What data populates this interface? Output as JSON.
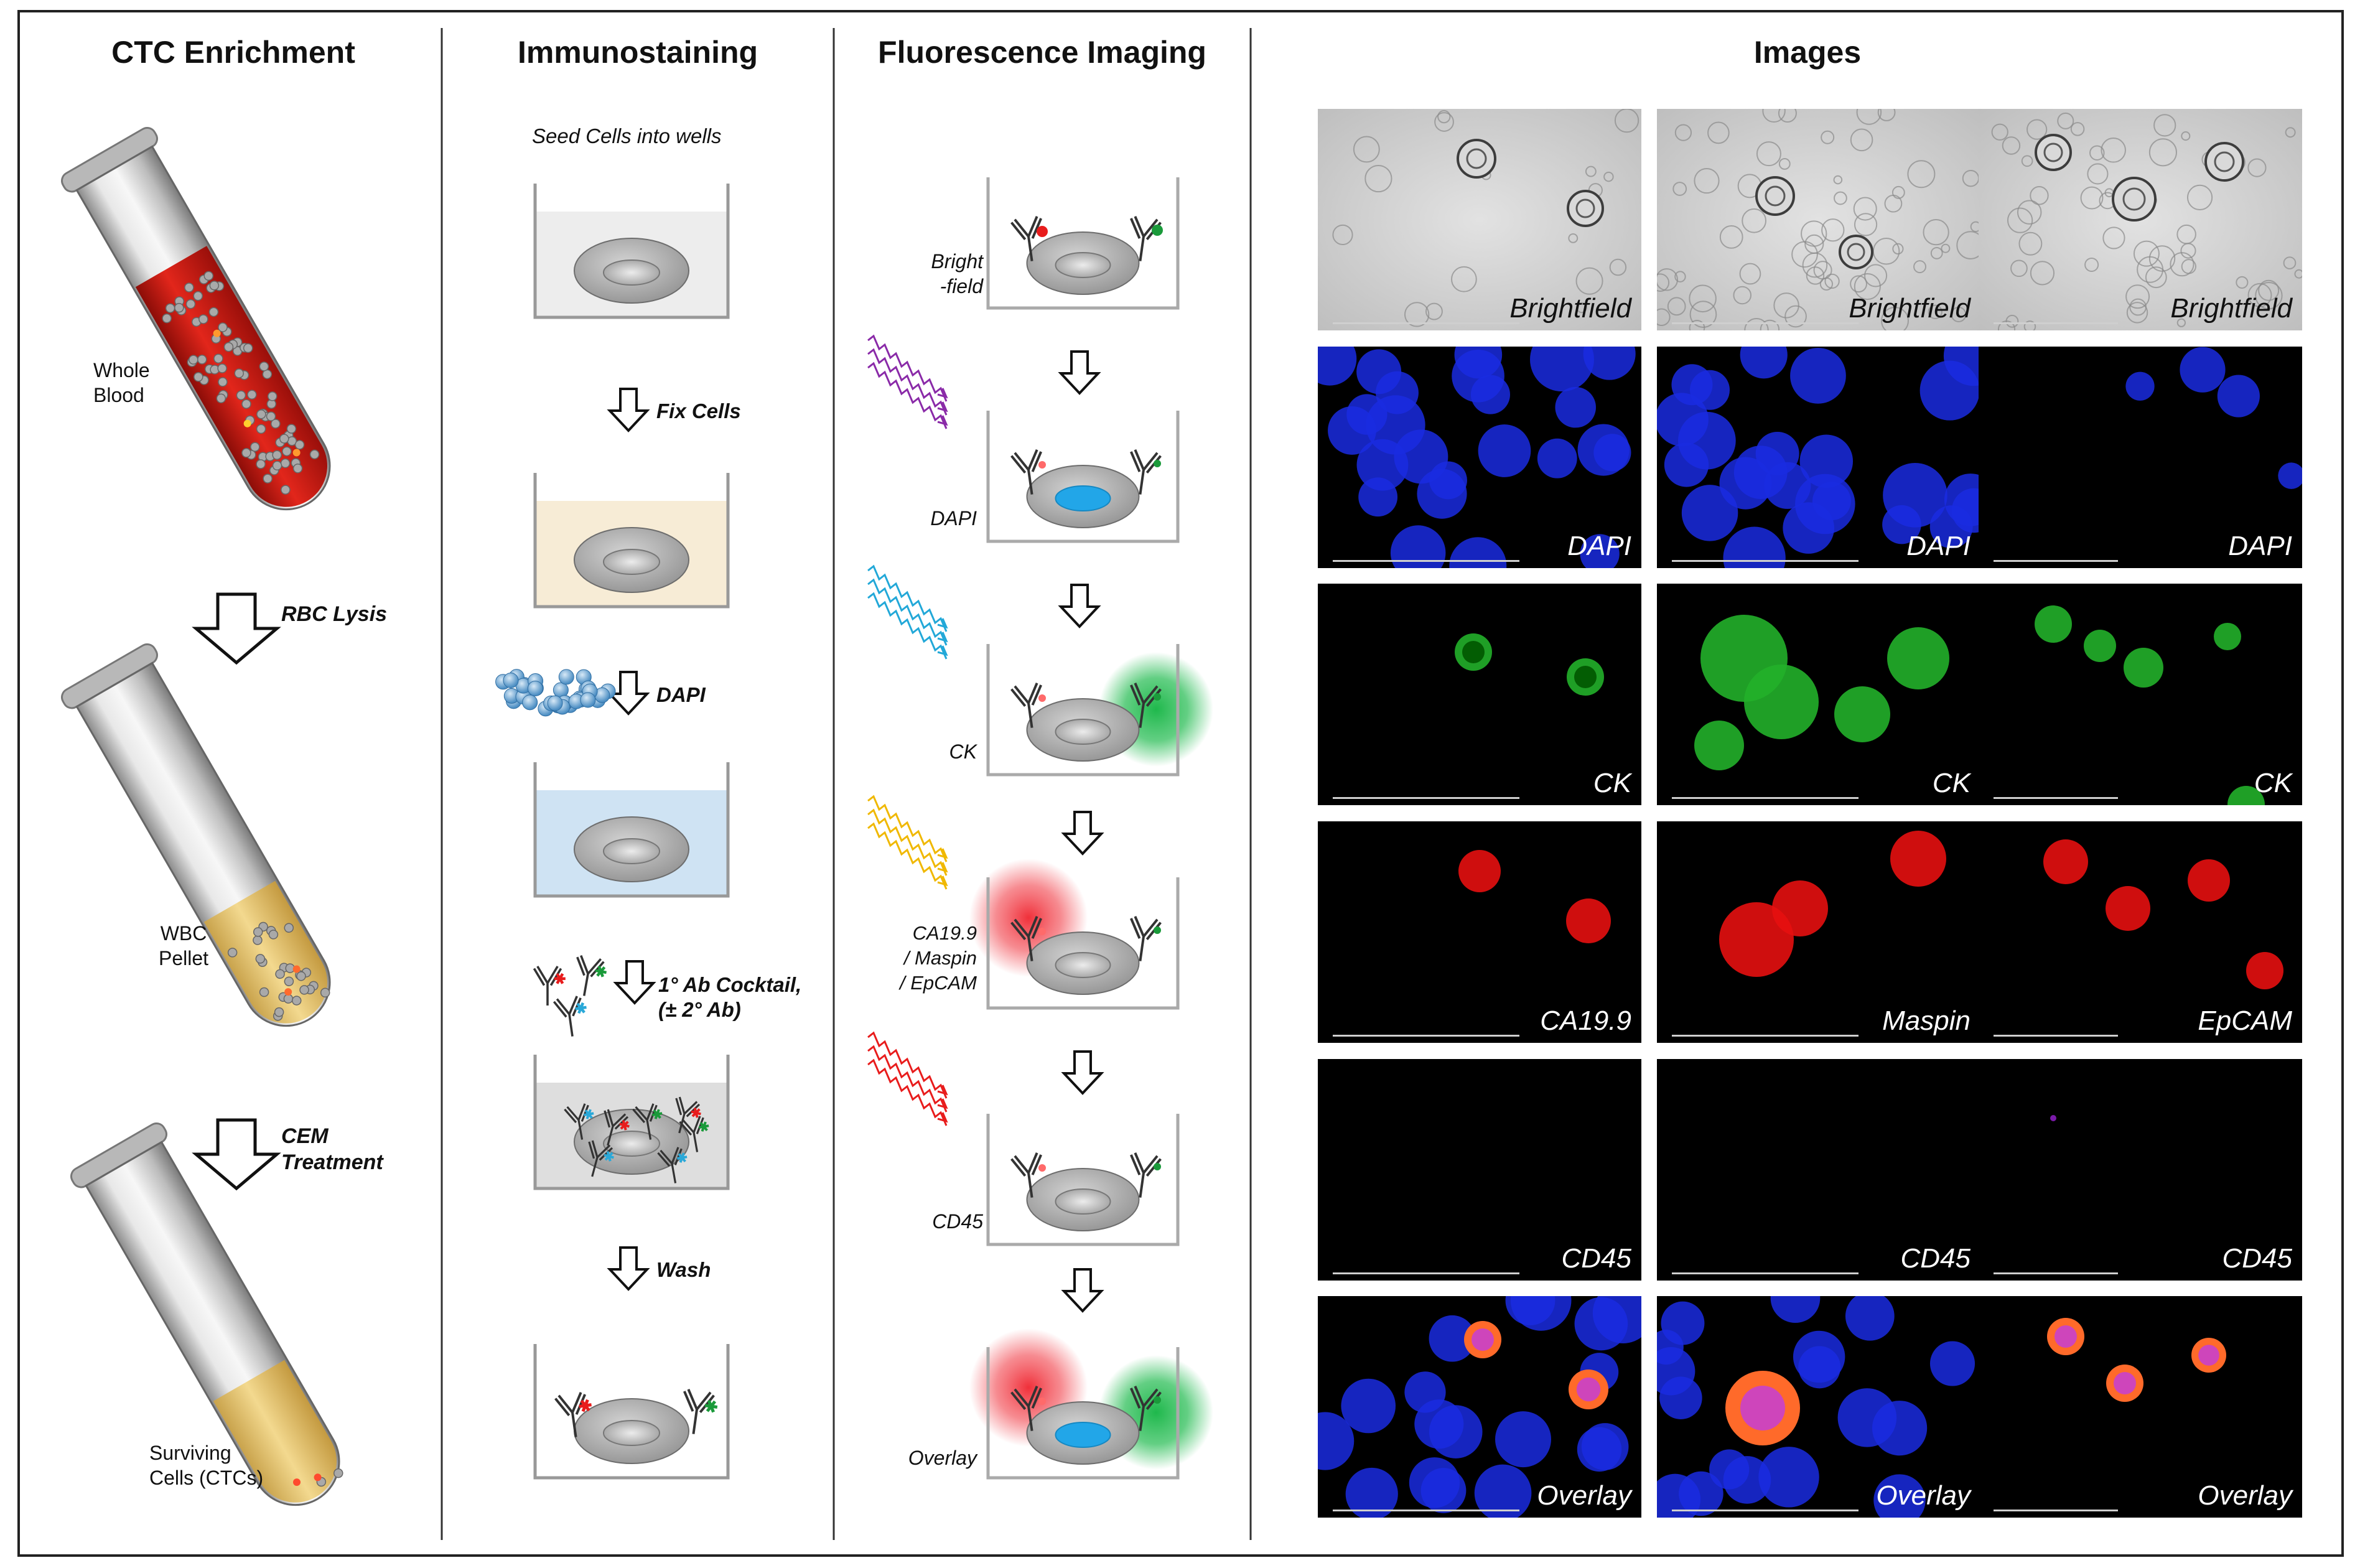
{
  "columns": {
    "enrichment": "CTC Enrichment",
    "immunostaining": "Immunostaining",
    "imaging": "Fluorescence Imaging",
    "images": "Images"
  },
  "enrichment": {
    "tube1_label": [
      "Whole",
      "Blood"
    ],
    "step1": "RBC Lysis",
    "tube2_label": [
      "WBC",
      "Pellet"
    ],
    "step2": [
      "CEM",
      "Treatment"
    ],
    "tube3_label": [
      "Surviving",
      "Cells (CTCs)"
    ]
  },
  "immunostaining": {
    "seed": "Seed Cells into wells",
    "fix": "Fix Cells",
    "dapi": "DAPI",
    "ab_line1": "1° Ab Cocktail,",
    "ab_line2": "(± 2° Ab)",
    "wash": "Wash"
  },
  "imaging": {
    "brightfield": [
      "Bright",
      "-field"
    ],
    "dapi": "DAPI",
    "ck": "CK",
    "ca": [
      "CA19.9",
      "/ Maspin",
      "/ EpCAM"
    ],
    "cd45": "CD45",
    "overlay": "Overlay"
  },
  "images": {
    "rows": [
      [
        "Brightfield",
        "Brightfield",
        "Brightfield"
      ],
      [
        "DAPI",
        "DAPI",
        "DAPI"
      ],
      [
        "CK",
        "CK",
        "CK"
      ],
      [
        "CA19.9",
        "Maspin",
        "EpCAM"
      ],
      [
        "CD45",
        "CD45",
        "CD45"
      ],
      [
        "Overlay",
        "Overlay",
        "Overlay"
      ]
    ]
  },
  "colors": {
    "blood": "#c8160f",
    "pellet": "#e8c56a",
    "dapi": "#1a2be0",
    "ck": "#22b02a",
    "ca": "#e61010",
    "fix_buffer": "#f7ecd6",
    "dapi_buffer": "#cfe3f3"
  }
}
